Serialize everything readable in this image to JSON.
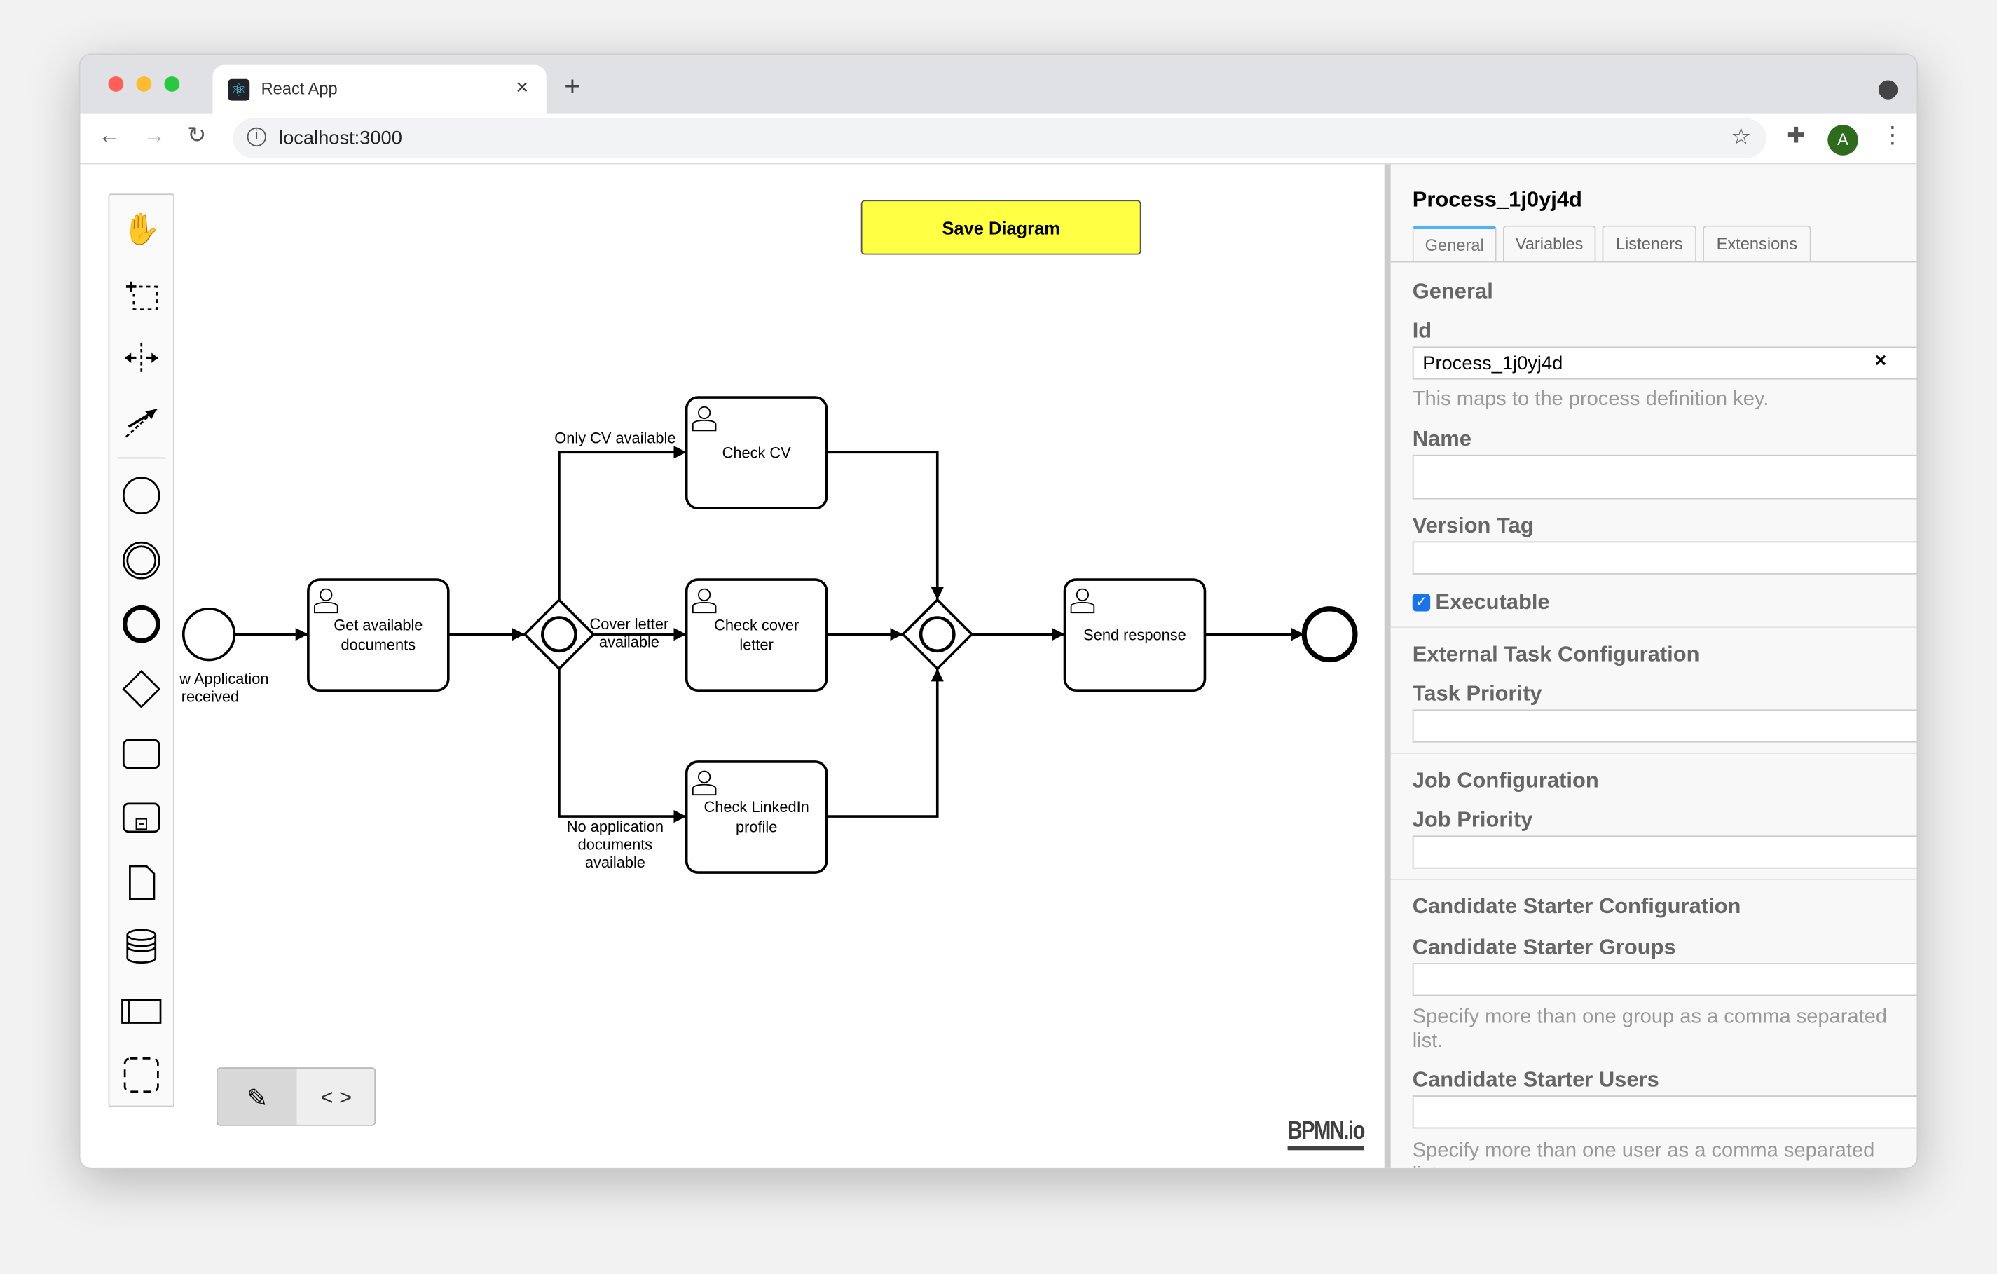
{
  "browser": {
    "tab_title": "React App",
    "url": "localhost:3000",
    "avatar_letter": "A",
    "traffic": [
      "#ff5f57",
      "#febc2e",
      "#28c840"
    ]
  },
  "toolbar": {
    "save_label": "Save Diagram"
  },
  "palette": [
    "hand-tool",
    "lasso-tool",
    "space-tool",
    "connect-tool",
    "start-event",
    "intermediate-event",
    "end-event",
    "gateway",
    "task",
    "subprocess",
    "data-object",
    "data-store",
    "pool",
    "group"
  ],
  "diagram": {
    "start_label": [
      "w Application",
      "received"
    ],
    "tasks": {
      "get_docs": [
        "Get available",
        "documents"
      ],
      "check_cv": [
        "Check CV"
      ],
      "check_cover": [
        "Check cover",
        "letter"
      ],
      "check_linkedin": [
        "Check LinkedIn",
        "profile"
      ],
      "send": [
        "Send response"
      ]
    },
    "flows": {
      "only_cv": [
        "Only CV available"
      ],
      "cover": [
        "Cover letter",
        "available"
      ],
      "none": [
        "No application",
        "documents",
        "available"
      ]
    }
  },
  "mode_toggle": {
    "active": "edit"
  },
  "logo": "BPMN.io",
  "panel": {
    "title": "Process_1j0yj4d",
    "tabs": [
      "General",
      "Variables",
      "Listeners",
      "Extensions"
    ],
    "active_tab": "General",
    "general_heading": "General",
    "id_label": "Id",
    "id_value": "Process_1j0yj4d",
    "id_clear": "×",
    "id_help": "This maps to the process definition key.",
    "name_label": "Name",
    "name_value": "",
    "version_label": "Version Tag",
    "version_value": "",
    "executable_label": "Executable",
    "executable_checked": true,
    "ext_heading": "External Task Configuration",
    "task_priority_label": "Task Priority",
    "job_heading": "Job Configuration",
    "job_priority_label": "Job Priority",
    "cand_heading": "Candidate Starter Configuration",
    "groups_label": "Candidate Starter Groups",
    "groups_help": "Specify more than one group as a comma separated list.",
    "users_label": "Candidate Starter Users",
    "users_help": "Specify more than one user as a comma separated list."
  }
}
